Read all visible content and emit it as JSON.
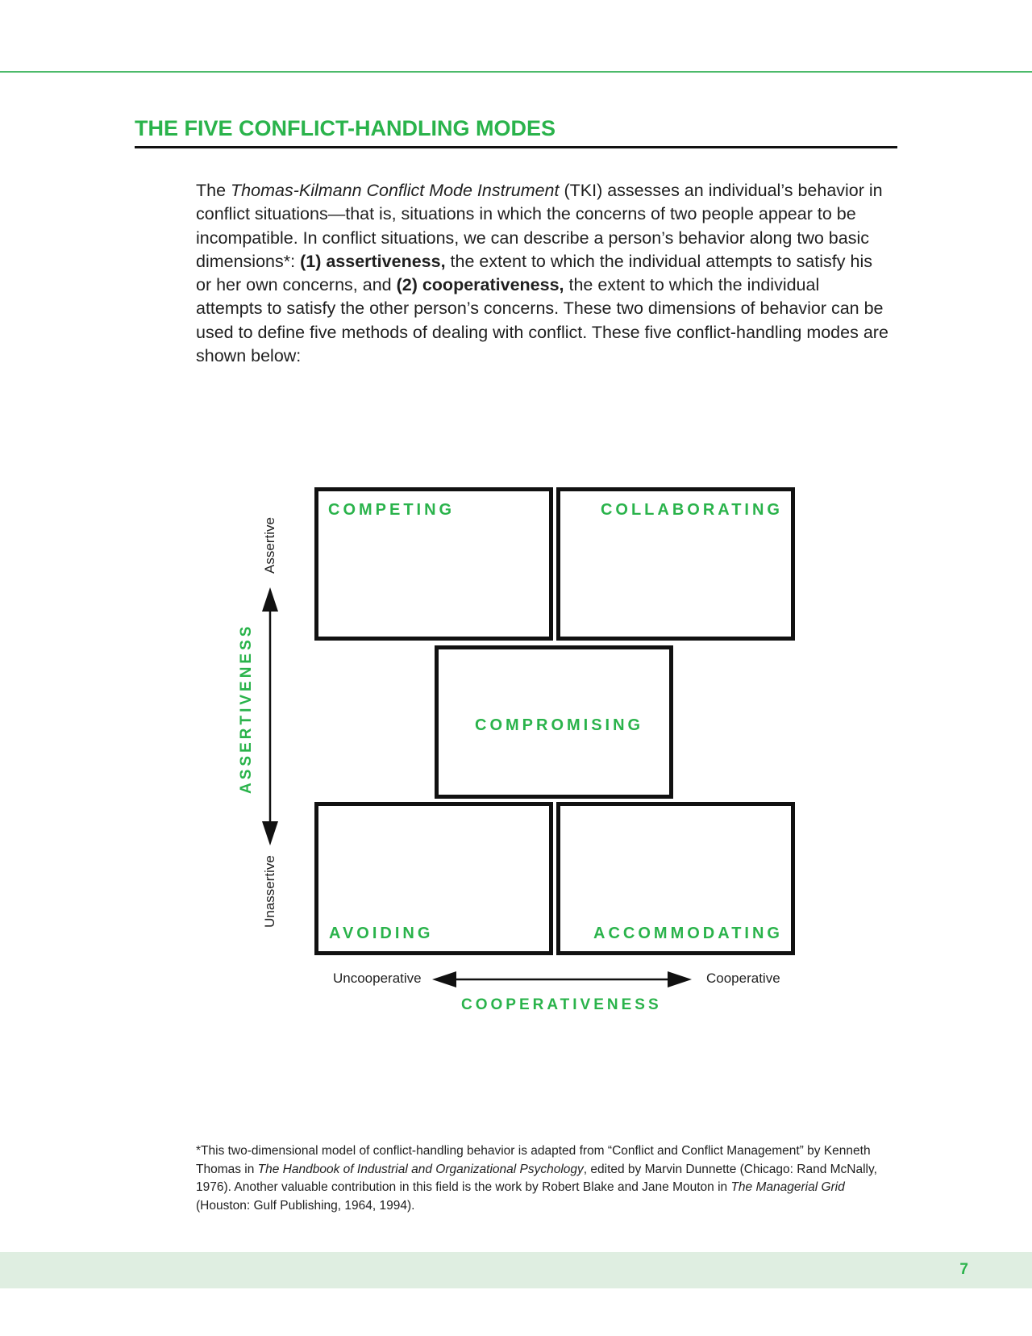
{
  "page": {
    "title": "THE FIVE CONFLICT-HANDLING MODES",
    "number": "7",
    "accent_color": "#2ab34b",
    "footer_band_color": "#dfeee1"
  },
  "intro": {
    "t1": "The ",
    "t2_italic": "Thomas-Kilmann Conflict Mode Instrument",
    "t3": " (TKI) assesses an individual’s behavior in conflict situations—that is, situations in which the concerns of two people appear to be incompatible. In conflict situations, we can describe a person’s behavior along two basic dimensions*: ",
    "t4_bold": "(1) assertiveness,",
    "t5": " the extent to which the individual attempts to satisfy his or her own concerns, and ",
    "t6_bold": "(2) cooperativeness,",
    "t7": " the extent to which the individual attempts to satisfy the other person’s concerns. These two dimensions of behavior can be used to define five methods of dealing with conflict. These five conflict-handling modes are shown below:"
  },
  "diagram": {
    "modes": {
      "competing": "COMPETING",
      "collaborating": "COLLABORATING",
      "compromising": "COMPROMISING",
      "avoiding": "AVOIDING",
      "accommodating": "ACCOMMODATING"
    },
    "vertical_axis": {
      "title": "ASSERTIVENESS",
      "top_label": "Assertive",
      "bottom_label": "Unassertive"
    },
    "horizontal_axis": {
      "title": "COOPERATIVENESS",
      "left_label": "Uncooperative",
      "right_label": "Cooperative"
    }
  },
  "footnote": {
    "t1": "*This two-dimensional model of conflict-handling behavior is adapted from “Conflict and Conflict Management” by Kenneth Thomas in ",
    "t2_italic": "The Handbook of Industrial and Organizational Psychology",
    "t3": ", edited by Marvin Dunnette (Chicago: Rand McNally, 1976). Another valuable contribution in this field is the work by Robert Blake and Jane Mouton in ",
    "t4_italic": "The Managerial Grid",
    "t5": " (Houston: Gulf Publishing, 1964, 1994)."
  }
}
